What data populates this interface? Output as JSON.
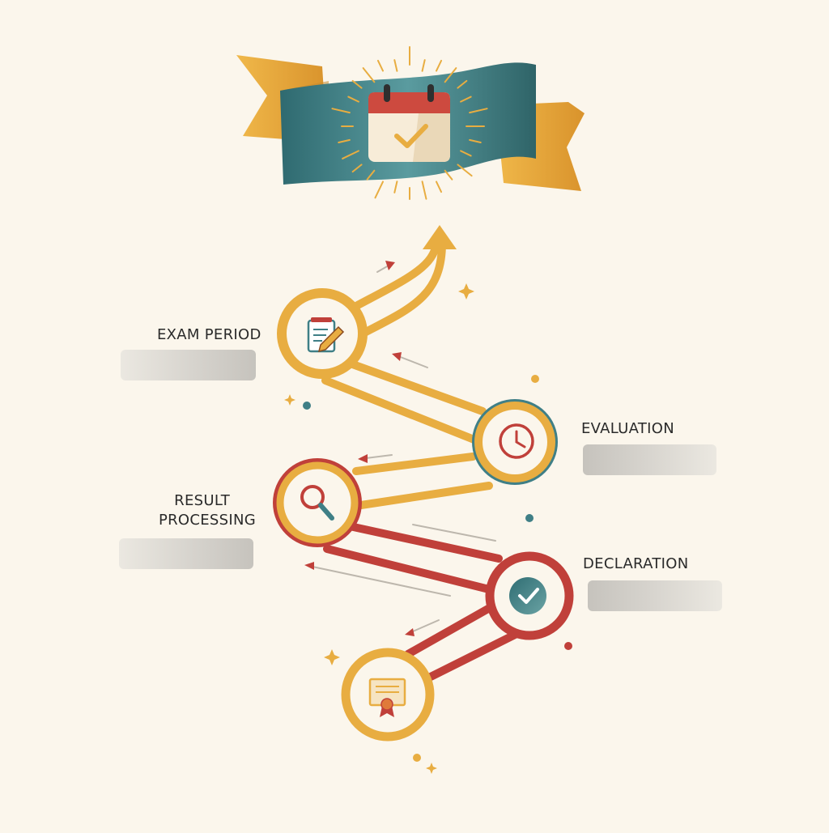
{
  "colors": {
    "background": "#fbf6ec",
    "gold": "#e8ad41",
    "red": "#c0403a",
    "teal": "#3f7f86",
    "teal_dark": "#2f6468",
    "placeholder_bar": "#d6d3cd"
  },
  "header": {
    "banner_icon": "calendar-check-icon"
  },
  "steps": [
    {
      "label": "EXAM PERIOD",
      "icon": "notepad-pencil-icon"
    },
    {
      "label": "EVALUATION",
      "icon": "clock-icon"
    },
    {
      "label_line1": "RESULT",
      "label_line2": "PROCESSING",
      "icon": "magnifier-icon"
    },
    {
      "label": "DECLARATION",
      "icon": "checkmark-badge-icon"
    },
    {
      "label": "",
      "icon": "certificate-icon"
    }
  ]
}
